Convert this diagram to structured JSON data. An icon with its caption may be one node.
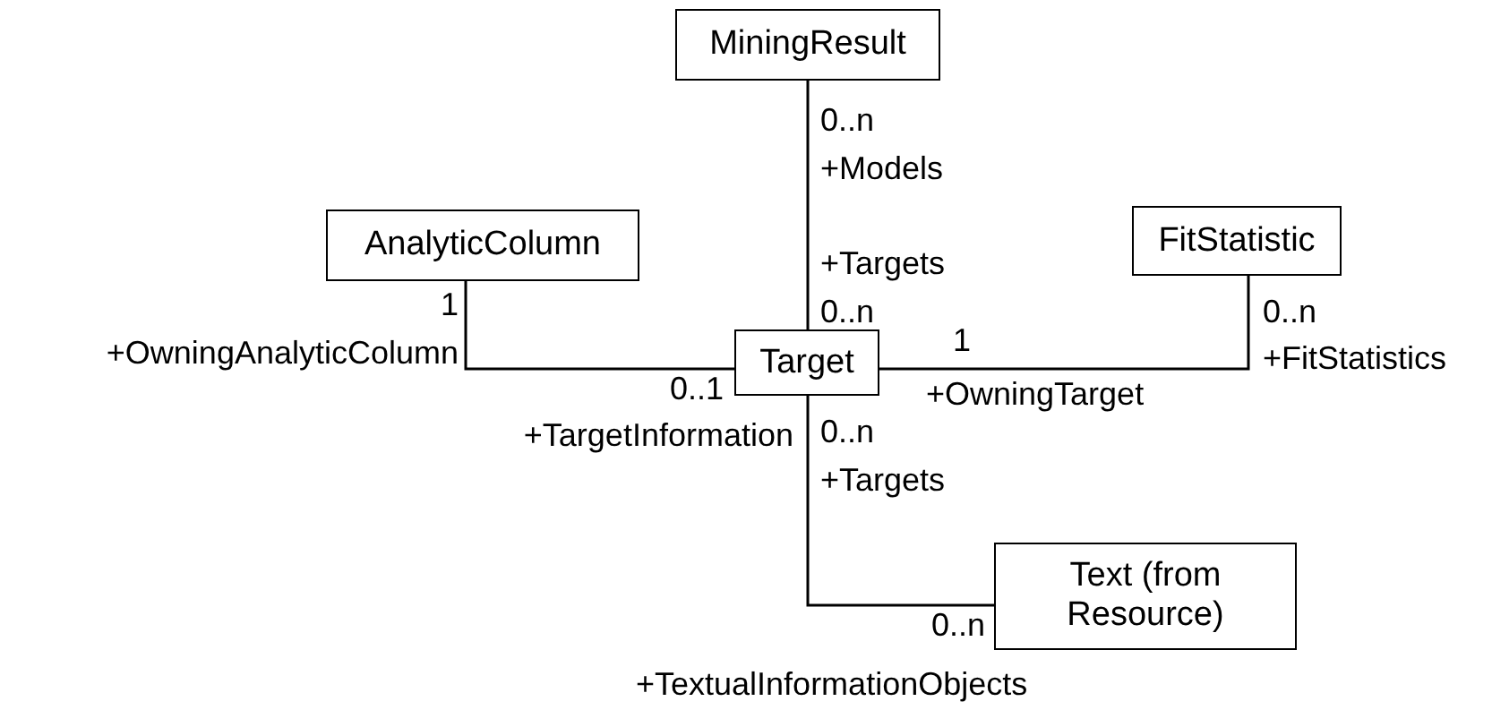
{
  "diagram": {
    "nodes": [
      {
        "text": [
          "MiningResult"
        ]
      },
      {
        "text": [
          "AnalyticColumn"
        ]
      },
      {
        "text": [
          "FitStatistic"
        ]
      },
      {
        "text": [
          "Target"
        ]
      },
      {
        "text": [
          "Text (from Resource)"
        ]
      }
    ],
    "edges": [
      {
        "from": 0,
        "to": 3,
        "arrow": "none"
      },
      {
        "from": 1,
        "to": 3,
        "arrow": "none"
      },
      {
        "from": 3,
        "to": 2,
        "arrow": "none"
      },
      {
        "from": 3,
        "to": 4,
        "arrow": "none"
      }
    ],
    "labels": [
      "0..n",
      "+Models",
      "+Targets",
      "0..n",
      "1",
      "+OwningAnalyticColumn",
      "0..n",
      "+FitStatistics",
      "1",
      "0..1",
      "+OwningTarget",
      "+TargetInformation",
      "0..n",
      "+Targets",
      "0..n",
      "+TextualInformationObjects"
    ]
  }
}
